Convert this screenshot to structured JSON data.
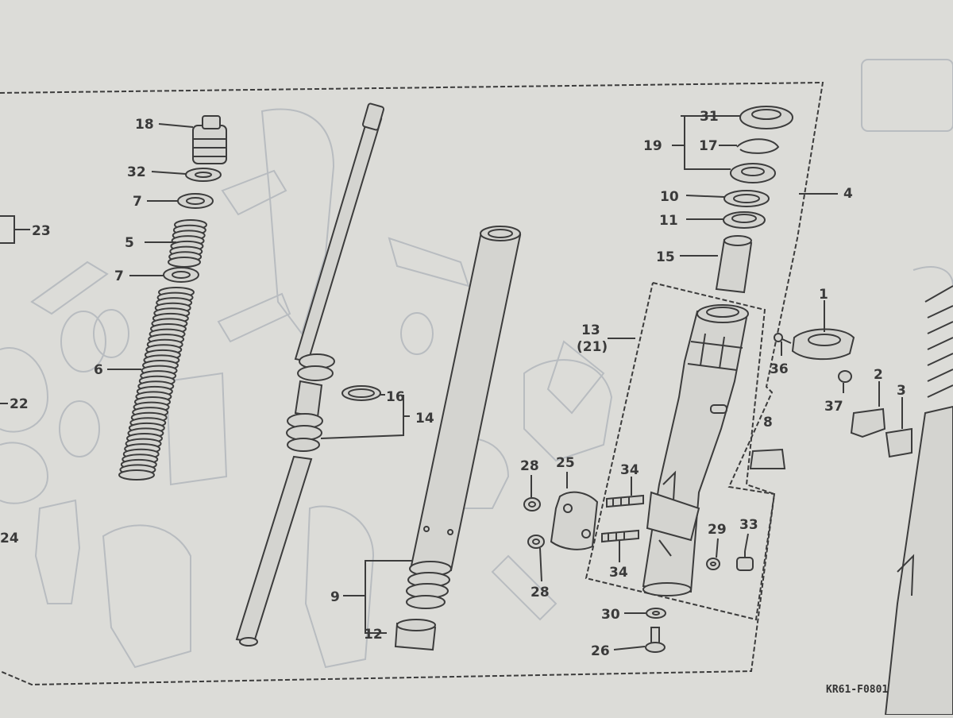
{
  "diagram": {
    "figure_code": "KR61-F0801",
    "labels": {
      "p1": "1",
      "p2": "2",
      "p3": "3",
      "p4": "4",
      "p5": "5",
      "p6": "6",
      "p7a": "7",
      "p7b": "7",
      "p8": "8",
      "p9": "9",
      "p10": "10",
      "p11": "11",
      "p12": "12",
      "p13": "13",
      "p13b": "(21)",
      "p14": "14",
      "p15": "15",
      "p16": "16",
      "p17": "17",
      "p18": "18",
      "p19": "19",
      "p22": "22",
      "p23": "23",
      "p24": "24",
      "p25": "25",
      "p26": "26",
      "p28a": "28",
      "p28b": "28",
      "p29": "29",
      "p30": "30",
      "p31": "31",
      "p32": "32",
      "p33": "33",
      "p34a": "34",
      "p34b": "34",
      "p36": "36",
      "p37": "37"
    }
  }
}
